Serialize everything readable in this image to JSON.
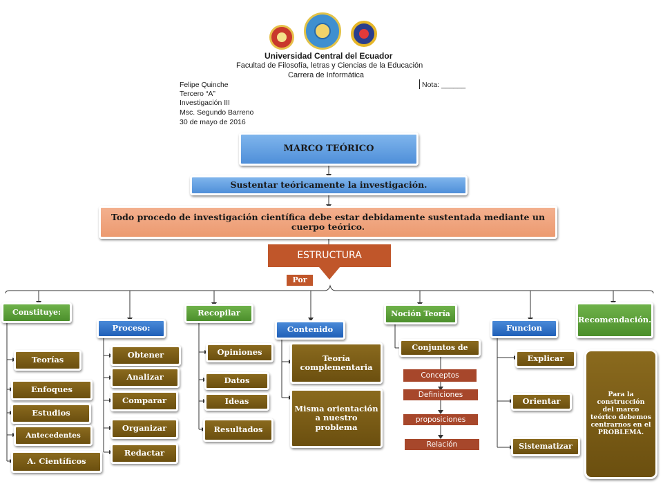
{
  "header": {
    "university": "Universidad Central del Ecuador",
    "faculty": "Facultad de Filosofía, letras y Ciencias de la Educación",
    "career": "Carrera de Informática",
    "student_lines": [
      "Felipe Quinche",
      "Tercero “A”",
      "Investigación III",
      "Msc. Segundo Barreno",
      "30 de mayo de 2016"
    ],
    "grade": "Nota: ______"
  },
  "diagram": {
    "title": "MARCO TEÓRICO",
    "purpose": "Sustentar teóricamente la investigación.",
    "statement": "Todo procedo de investigación científica debe estar debidamente sustentada mediante un cuerpo teórico.",
    "structure": "ESTRUCTURA",
    "por": "Por",
    "columns": {
      "constituye": {
        "label": "Constituye:",
        "items": [
          "Teorías",
          "Enfoques",
          "Estudios",
          "Antecedentes",
          "A. Científicos"
        ]
      },
      "proceso": {
        "label": "Proceso:",
        "items": [
          "Obtener",
          "Analizar",
          "Comparar",
          "Organizar",
          "Redactar"
        ]
      },
      "recopilar": {
        "label": "Recopilar",
        "items": [
          "Opiniones",
          "Datos",
          "Ideas",
          "Resultados"
        ]
      },
      "contenido": {
        "label": "Contenido",
        "items": [
          "Teoría complementaria",
          "Misma orientación a nuestro problema"
        ]
      },
      "nocion": {
        "label": "Noción Teoría",
        "sub": "Conjuntos de",
        "items": [
          "Conceptos",
          "Definiciones",
          "proposiciones",
          "Relación"
        ]
      },
      "funcion": {
        "label": "Funcion",
        "items": [
          "Explicar",
          "Orientar",
          "Sistematizar"
        ]
      },
      "recomendacion": {
        "label": "Recomendación.",
        "note": "Para la construcción del marco teórico debemos centrarnos en el PROBLEMA."
      }
    }
  },
  "colors": {
    "title_blue": "#5f9de2",
    "green": "#5a9e36",
    "brown": "#7b5b16",
    "orange": "#ef a27a",
    "rust": "#c0562a"
  }
}
